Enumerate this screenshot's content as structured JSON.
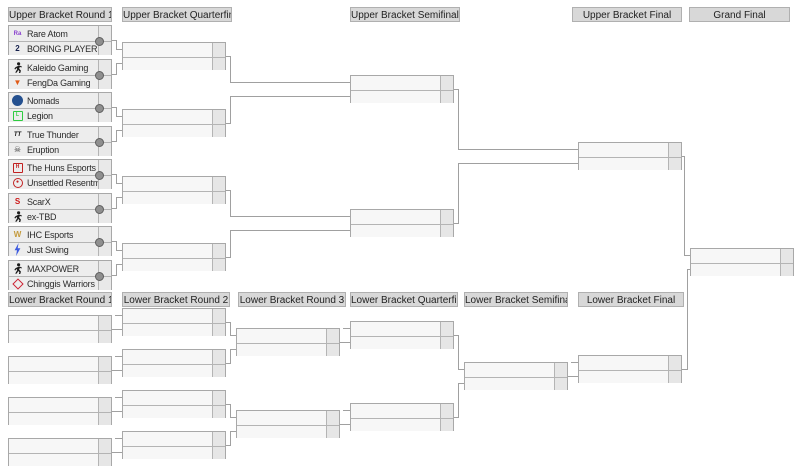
{
  "headers": {
    "upper": [
      "Upper Bracket Round 1",
      "Upper Bracket Quarterfinals",
      "Upper Bracket Semifinals",
      "Upper Bracket Final",
      "Grand Final"
    ],
    "lower": [
      "Lower Bracket Round 1",
      "Lower Bracket Round 2",
      "Lower Bracket Round 3",
      "Lower Bracket Quarterfinals",
      "Lower Bracket Semifinal",
      "Lower Bracket Final"
    ]
  },
  "bracket_structure": {
    "upper_rounds": [
      {
        "key": "ub-r1",
        "matches": 8
      },
      {
        "key": "ub-qf",
        "matches": 4
      },
      {
        "key": "ub-sf",
        "matches": 2
      },
      {
        "key": "ub-final",
        "matches": 1
      }
    ],
    "grand_final_matches": 1,
    "lower_rounds": [
      {
        "key": "lb-r1",
        "matches": 4
      },
      {
        "key": "lb-r2",
        "matches": 4
      },
      {
        "key": "lb-r3",
        "matches": 2
      },
      {
        "key": "lb-qf",
        "matches": 2
      },
      {
        "key": "lb-sf",
        "matches": 1
      },
      {
        "key": "lb-final",
        "matches": 1
      }
    ]
  },
  "colors": {
    "header_bg": "#d8d8d8",
    "row_bg": "#ededed",
    "empty_row_bg": "#f7f7f7",
    "connector": "#a0a0a0"
  },
  "ub_round1": [
    {
      "top": {
        "name": "Rare Atom",
        "icon": "rare-atom-logo",
        "color": "#8a41cf",
        "shape": "text",
        "glyph": "Ra"
      },
      "bottom": {
        "name": "BORING PLAYER",
        "icon": "boring-player-logo",
        "color": "#16214d",
        "shape": "text",
        "glyph": "2"
      }
    },
    {
      "top": {
        "name": "Kaleido Gaming",
        "icon": "kaleido-gaming-logo",
        "color": "#1c1c1c",
        "shape": "person",
        "glyph": ""
      },
      "bottom": {
        "name": "FengDa Gaming",
        "icon": "fengda-gaming-logo",
        "color": "#e05a17",
        "shape": "text",
        "glyph": "▼"
      }
    },
    {
      "top": {
        "name": "Nomads",
        "icon": "nomads-logo",
        "color": "#24508f",
        "shape": "circle",
        "glyph": ""
      },
      "bottom": {
        "name": "Legion",
        "icon": "legion-logo",
        "color": "#2ecc40",
        "shape": "outline-square",
        "glyph": "L"
      }
    },
    {
      "top": {
        "name": "True Thunder",
        "icon": "true-thunder-logo",
        "color": "#111111",
        "shape": "text",
        "glyph": "TT"
      },
      "bottom": {
        "name": "Eruption",
        "icon": "eruption-logo",
        "color": "#333333",
        "shape": "text",
        "glyph": "☠"
      }
    },
    {
      "top": {
        "name": "The Huns Esports",
        "icon": "the-huns-esports-logo",
        "color": "#c22121",
        "shape": "outline-square",
        "glyph": "H"
      },
      "bottom": {
        "name": "Unsettled Resentment",
        "icon": "unsettled-resentment-logo",
        "color": "#c22121",
        "shape": "outline-circle",
        "glyph": "●"
      }
    },
    {
      "top": {
        "name": "ScarX",
        "icon": "scarx-logo",
        "color": "#cc1515",
        "shape": "text",
        "glyph": "S"
      },
      "bottom": {
        "name": "ex-TBD",
        "icon": "ex-tbd-logo",
        "color": "#1c1c1c",
        "shape": "person",
        "glyph": ""
      }
    },
    {
      "top": {
        "name": "IHC Esports",
        "icon": "ihc-esports-logo",
        "color": "#c49a3c",
        "shape": "text",
        "glyph": "W"
      },
      "bottom": {
        "name": "Just Swing",
        "icon": "just-swing-logo",
        "color": "#3d5be0",
        "shape": "bolt",
        "glyph": ""
      }
    },
    {
      "top": {
        "name": "MAXPOWER",
        "icon": "maxpower-logo",
        "color": "#1c1c1c",
        "shape": "person",
        "glyph": ""
      },
      "bottom": {
        "name": "Chinggis Warriors",
        "icon": "chinggis-warriors-logo",
        "color": "#cc2233",
        "shape": "outline-diamond",
        "glyph": ""
      }
    }
  ]
}
